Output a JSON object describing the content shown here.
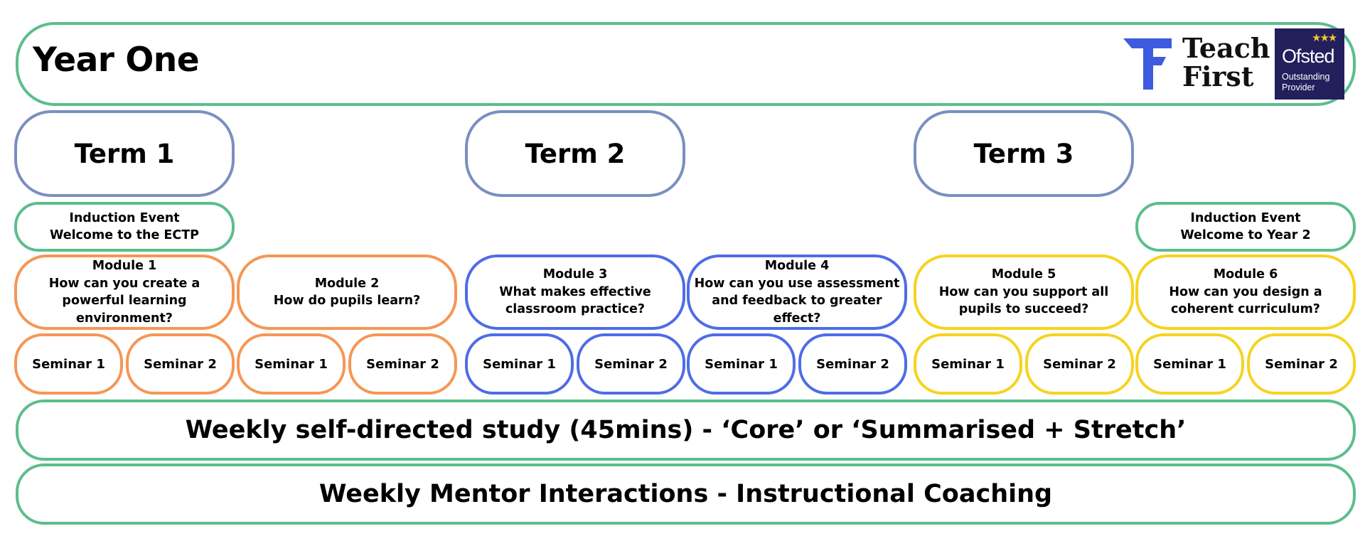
{
  "header": {
    "title": "Year One"
  },
  "logos": {
    "teach_first": [
      "Teach",
      "First"
    ],
    "ofsted": {
      "name": "Ofsted",
      "line1": "Outstanding",
      "line2": "Provider"
    }
  },
  "terms": [
    "Term 1",
    "Term 2",
    "Term 3"
  ],
  "inductions": [
    {
      "line1": "Induction Event",
      "line2": "Welcome to the ECTP"
    },
    {
      "line1": "Induction Event",
      "line2": "Welcome to Year 2"
    }
  ],
  "modules": [
    {
      "title": "Module 1",
      "question": "How can you create a powerful learning environment?"
    },
    {
      "title": "Module 2",
      "question": "How do pupils learn?"
    },
    {
      "title": "Module 3",
      "question": "What makes effective classroom practice?"
    },
    {
      "title": "Module 4",
      "question": "How can you use assessment and feedback to greater effect?"
    },
    {
      "title": "Module 5",
      "question": "How can you support all pupils to succeed?"
    },
    {
      "title": "Module 6",
      "question": "How can you design a coherent curriculum?"
    }
  ],
  "seminars": [
    "Seminar 1",
    "Seminar 2"
  ],
  "study_bar": "Weekly self-directed study (45mins) - ‘Core’ or ‘Summarised + Stretch’",
  "mentor_bar": "Weekly Mentor Interactions - Instructional Coaching",
  "colors": {
    "green": "#5BBE8C",
    "slate": "#7B8EC0",
    "orange": "#F59655",
    "blue": "#4F6CE6",
    "yellow": "#F6D31E",
    "ofsted_navy": "#231F5C",
    "teach_first_blue": "#3E5BE0"
  }
}
